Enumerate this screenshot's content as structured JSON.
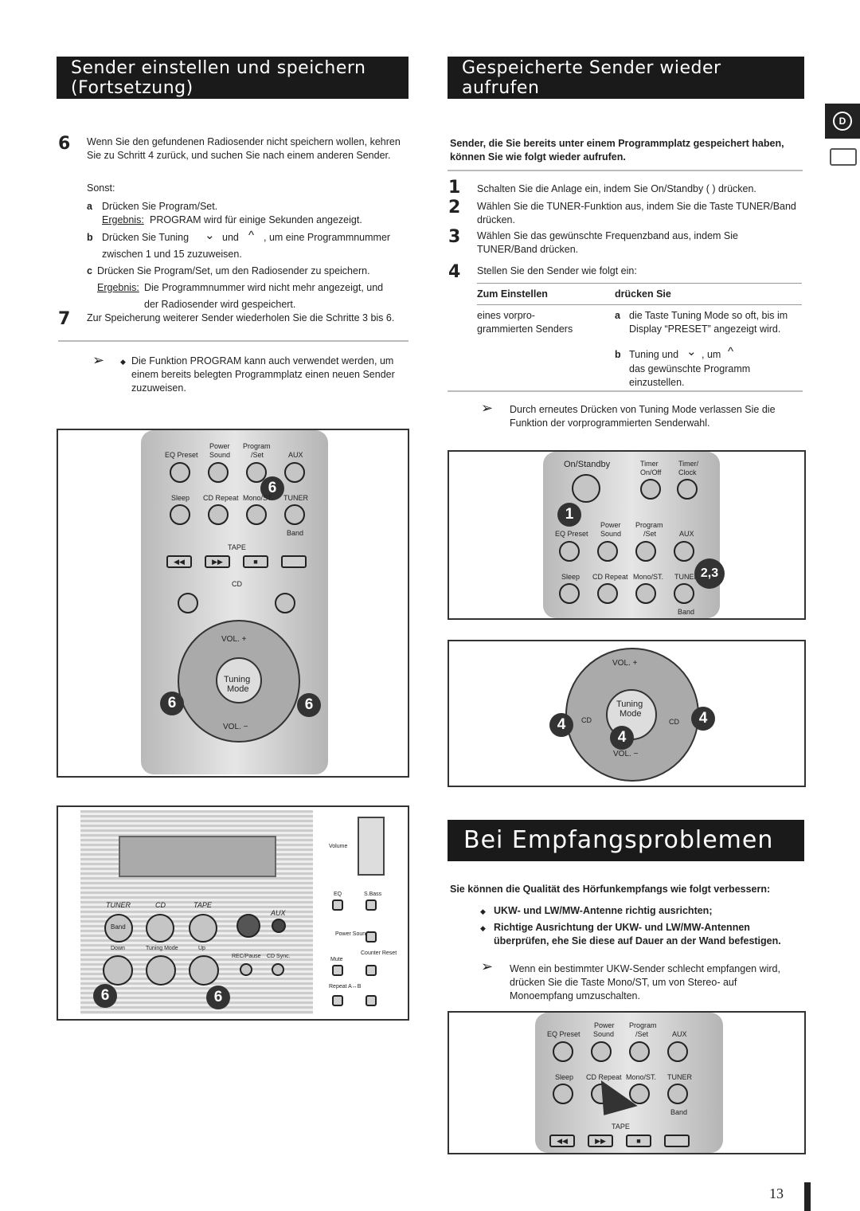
{
  "left": {
    "heading": "Sender einstellen und speichern (Fortsetzung)",
    "step6_num": "6",
    "step6_text": "Wenn Sie den gefundenen Radiosender nicht speichern wollen, kehren Sie zu Schritt 4 zurück, und suchen Sie nach einem anderen Sender.",
    "otherwise": "Sonst:",
    "a_letter": "a",
    "a_text": "Drücken Sie Program/Set.",
    "a_result_label": "Ergebnis:",
    "a_result": "PROGRAM wird für einige Sekunden angezeigt.",
    "b_letter": "b",
    "b_text1": "Drücken Sie Tuning",
    "b_and": "und",
    "b_text2": ", um eine Programmnummer",
    "b_text3": "zwischen 1 und 15 zuzuweisen.",
    "c_letter": "c",
    "c_text": "Drücken Sie Program/Set, um den Radiosender zu speichern.",
    "c_result_label": "Ergebnis:",
    "c_result1": "Die Programmnummer wird nicht mehr angezeigt, und",
    "c_result2": "der Radiosender wird gespeichert.",
    "step7_num": "7",
    "step7_text": "Zur Speicherung weiterer Sender wiederholen Sie die Schritte 3 bis 6.",
    "note": "Die Funktion PROGRAM kann auch verwendet werden, um einem bereits belegten Programmplatz einen neuen Sender zuzuweisen."
  },
  "right": {
    "heading": "Gespeicherte Sender wieder aufrufen",
    "intro": "Sender, die Sie bereits unter einem Programmplatz gespeichert haben, können Sie wie folgt wieder aufrufen.",
    "steps": [
      {
        "num": "1",
        "text": "Schalten Sie die Anlage ein, indem Sie On/Standby (  ) drücken."
      },
      {
        "num": "2",
        "text": "Wählen Sie die TUNER-Funktion aus, indem Sie die Taste TUNER/Band drücken."
      },
      {
        "num": "3",
        "text": "Wählen Sie das gewünschte Frequenzband aus, indem Sie TUNER/Band drücken."
      },
      {
        "num": "4",
        "text": "Stellen Sie den Sender wie folgt ein:"
      }
    ],
    "table_head_1": "Zum Einstellen",
    "table_head_2": "drücken Sie",
    "table_cell_1": "eines vorpro-grammierten Senders",
    "table_a_letter": "a",
    "table_a_text": "die Taste Tuning Mode so oft, bis im Display “PRESET” angezeigt wird.",
    "table_b_letter": "b",
    "table_b_text1": "Tuning und",
    "table_b_text2": ", um",
    "table_b_text3": "das gewünschte Programm einzustellen.",
    "note": "Durch erneutes Drücken von Tuning Mode verlassen Sie die Funktion der vorprogrammierten Senderwahl.",
    "section_tab": "D"
  },
  "problems": {
    "heading": "Bei Empfangsproblemen",
    "intro": "Sie können die Qualität des Hörfunkempfangs wie folgt verbessern:",
    "bullet1": "UKW- und LW/MW-Antenne richtig ausrichten;",
    "bullet2": "Richtige Ausrichtung der UKW- und LW/MW-Antennen überprüfen, ehe Sie diese auf Dauer an der Wand befestigen.",
    "note": "Wenn ein bestimmter UKW-Sender schlecht empfangen wird, drücken Sie die Taste Mono/ST, um von Stereo- auf Monoempfang umzuschalten."
  },
  "remote_labels": {
    "power": "Power",
    "program": "Program",
    "eq_preset": "EQ Preset",
    "sound": "Sound",
    "set": "/Set",
    "aux": "AUX",
    "sleep": "Sleep",
    "cd_repeat": "CD Repeat",
    "mono_st": "Mono/ST.",
    "tuner": "TUNER",
    "band": "Band",
    "tape": "TAPE",
    "cd": "CD",
    "vol_plus": "VOL. +",
    "vol_minus": "VOL. −",
    "tuning": "Tuning",
    "mode": "Mode",
    "on_standby": "On/Standby",
    "timer": "Timer",
    "on_off": "On/Off",
    "timer_clock": "Timer/",
    "clock": "Clock"
  },
  "panel_labels": {
    "volume": "Volume",
    "eq": "EQ",
    "sbass": "S.Bass",
    "tuner": "TUNER",
    "cd": "CD",
    "tape": "TAPE",
    "aux": "AUX",
    "band": "Band",
    "power_sound": "Power Sound",
    "down": "Down",
    "tuning_mode": "Tuning Mode",
    "up": "Up",
    "rec_pause": "REC/Pause",
    "cd_sync": "CD Sync.",
    "mute": "Mute",
    "counter_reset": "Counter Reset",
    "repeat": "Repeat A↔B"
  },
  "callouts": {
    "six": "6",
    "one": "1",
    "two_three": "2,3",
    "four": "4"
  },
  "page_number": "13"
}
